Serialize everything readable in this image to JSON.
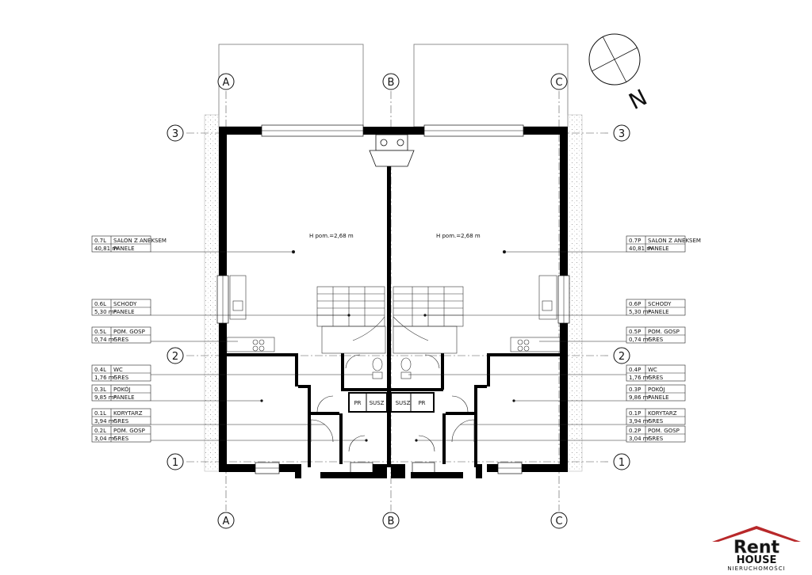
{
  "axes": {
    "letters": [
      "A",
      "B",
      "C"
    ],
    "numbers": [
      "3",
      "2",
      "1"
    ]
  },
  "compass": {
    "north": "N"
  },
  "ceiling_height": "H pom.=2,68 m",
  "rooms_left": [
    {
      "code": "0.7L",
      "name": "SALON Z ANEKSEM",
      "area": "40,81 m²",
      "floor": "PANELE"
    },
    {
      "code": "0.6L",
      "name": "SCHODY",
      "area": "5,30 m²",
      "floor": "PANELE"
    },
    {
      "code": "0.5L",
      "name": "POM. GOSP",
      "area": "0,74 m²",
      "floor": "GRES"
    },
    {
      "code": "0.4L",
      "name": "WC",
      "area": "1,76 m²",
      "floor": "GRES"
    },
    {
      "code": "0.3L",
      "name": "POKÓJ",
      "area": "9,85 m²",
      "floor": "PANELE"
    },
    {
      "code": "0.1L",
      "name": "KORYTARZ",
      "area": "3,94 m²",
      "floor": "GRES"
    },
    {
      "code": "0.2L",
      "name": "POM. GOSP",
      "area": "3,04 m²",
      "floor": "GRES"
    }
  ],
  "rooms_right": [
    {
      "code": "0.7P",
      "name": "SALON Z ANEKSEM",
      "area": "40,81 m²",
      "floor": "PANELE"
    },
    {
      "code": "0.6P",
      "name": "SCHODY",
      "area": "5,30 m²",
      "floor": "PANELE"
    },
    {
      "code": "0.5P",
      "name": "POM. GOSP",
      "area": "0,74 m²",
      "floor": "GRES"
    },
    {
      "code": "0.4P",
      "name": "WC",
      "area": "1,76 m²",
      "floor": "GRES"
    },
    {
      "code": "0.3P",
      "name": "POKÓJ",
      "area": "9,86 m²",
      "floor": "PANELE"
    },
    {
      "code": "0.1P",
      "name": "KORYTARZ",
      "area": "3,94 m²",
      "floor": "GRES"
    },
    {
      "code": "0.2P",
      "name": "POM. GOSP",
      "area": "3,04 m²",
      "floor": "GRES"
    }
  ],
  "small_rooms": {
    "pr": "PR",
    "susz": "SUSZ"
  },
  "logo": {
    "line1": "Rent",
    "line2": "HOUSE",
    "line3": "NIERUCHOMOŚCI"
  },
  "colors": {
    "wall": "#000000",
    "line": "#111111",
    "logo_red": "#b8282a",
    "logo_gray": "#b3b3b3"
  }
}
